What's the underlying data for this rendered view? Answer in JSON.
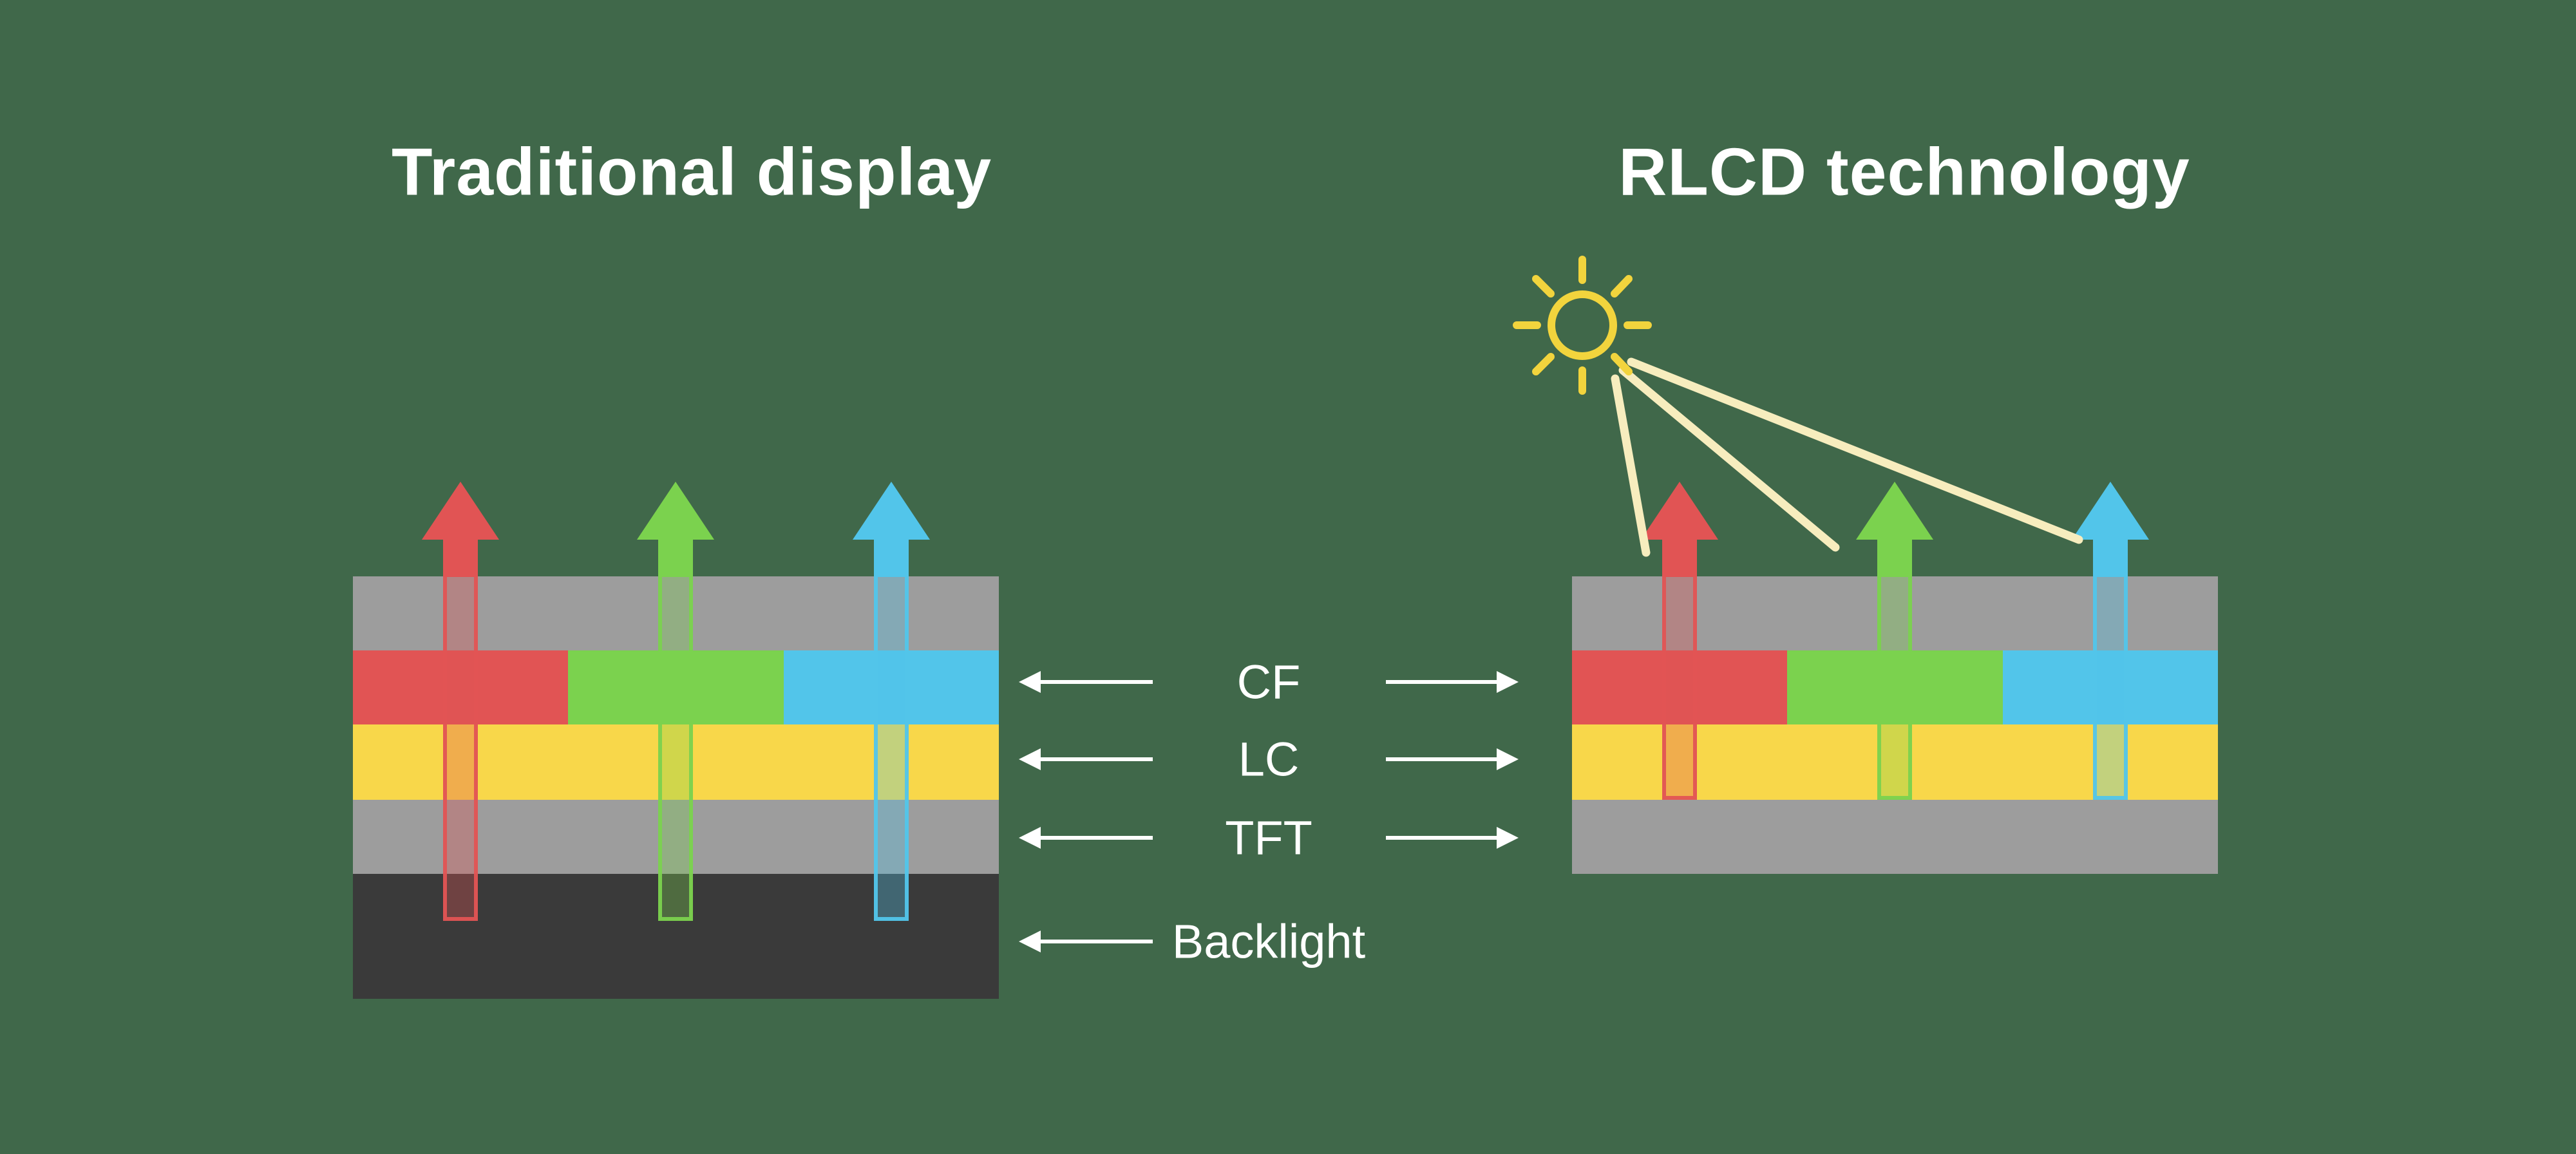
{
  "titles": {
    "left": "Traditional display",
    "right": "RLCD technology"
  },
  "layer_labels": {
    "cf": "CF",
    "lc": "LC",
    "tft": "TFT",
    "backlight": "Backlight"
  },
  "stacks": {
    "left": {
      "name": "traditional-display-stack",
      "layers": [
        "glass",
        "cf",
        "lc",
        "tft",
        "backlight"
      ],
      "cf_segments": [
        "red",
        "green",
        "blue"
      ],
      "light_arrows": [
        "red",
        "green",
        "blue"
      ]
    },
    "right": {
      "name": "rlcd-stack",
      "layers": [
        "glass",
        "cf",
        "lc",
        "tft"
      ],
      "cf_segments": [
        "red",
        "green",
        "blue"
      ],
      "light_arrows": [
        "red",
        "green",
        "blue"
      ],
      "light_source": "sun-icon",
      "sun_rays": 3
    }
  },
  "colors": {
    "background": "#40684A",
    "layer_gray": "#9D9D9D",
    "cf_red": "#E15454",
    "cf_green": "#7BD24E",
    "cf_blue": "#52C5EA",
    "lc_yellow": "#F8D74A",
    "backlight_dark": "#3A3A3A",
    "text_white": "#FFFFFF",
    "sun_yellow": "#F2D43D",
    "ray_cream": "#F7EDBE"
  }
}
